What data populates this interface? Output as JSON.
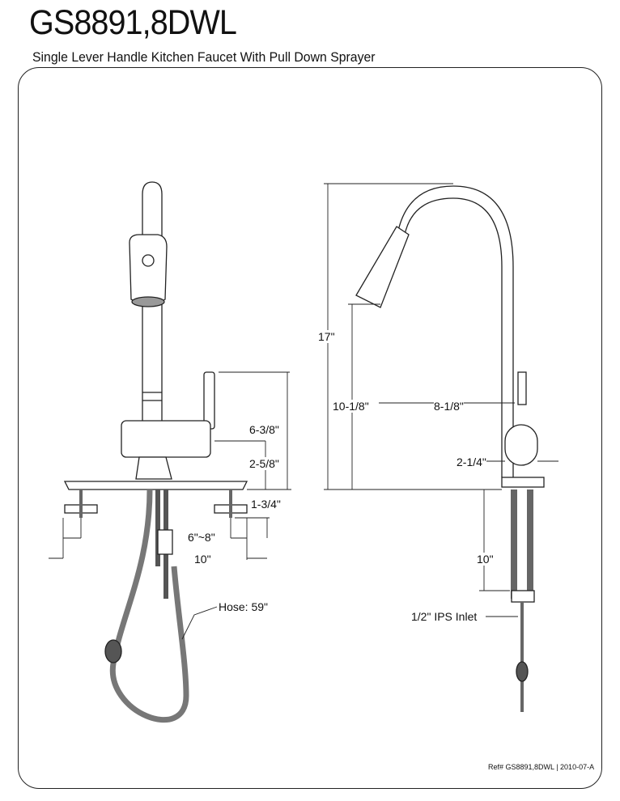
{
  "header": {
    "model": "GS8891,8DWL",
    "description": "Single Lever Handle Kitchen Faucet With Pull Down Sprayer"
  },
  "front_view": {
    "dimensions": {
      "handle_height": "6-3/8\"",
      "body_height": "2-5/8\"",
      "mount_depth": "1-3/4\"",
      "bolt_spacing": "6\"~8\"",
      "plate_width": "10\"",
      "hose_length": "Hose: 59\""
    }
  },
  "side_view": {
    "dimensions": {
      "total_height": "17\"",
      "spout_clearance": "10-1/8\"",
      "spout_reach": "8-1/8\"",
      "base_diameter": "2-1/4\"",
      "supply_length": "10\"",
      "inlet": "1/2\" IPS Inlet"
    }
  },
  "footer": {
    "ref": "Ref# GS8891,8DWL | 2010-07-A"
  }
}
